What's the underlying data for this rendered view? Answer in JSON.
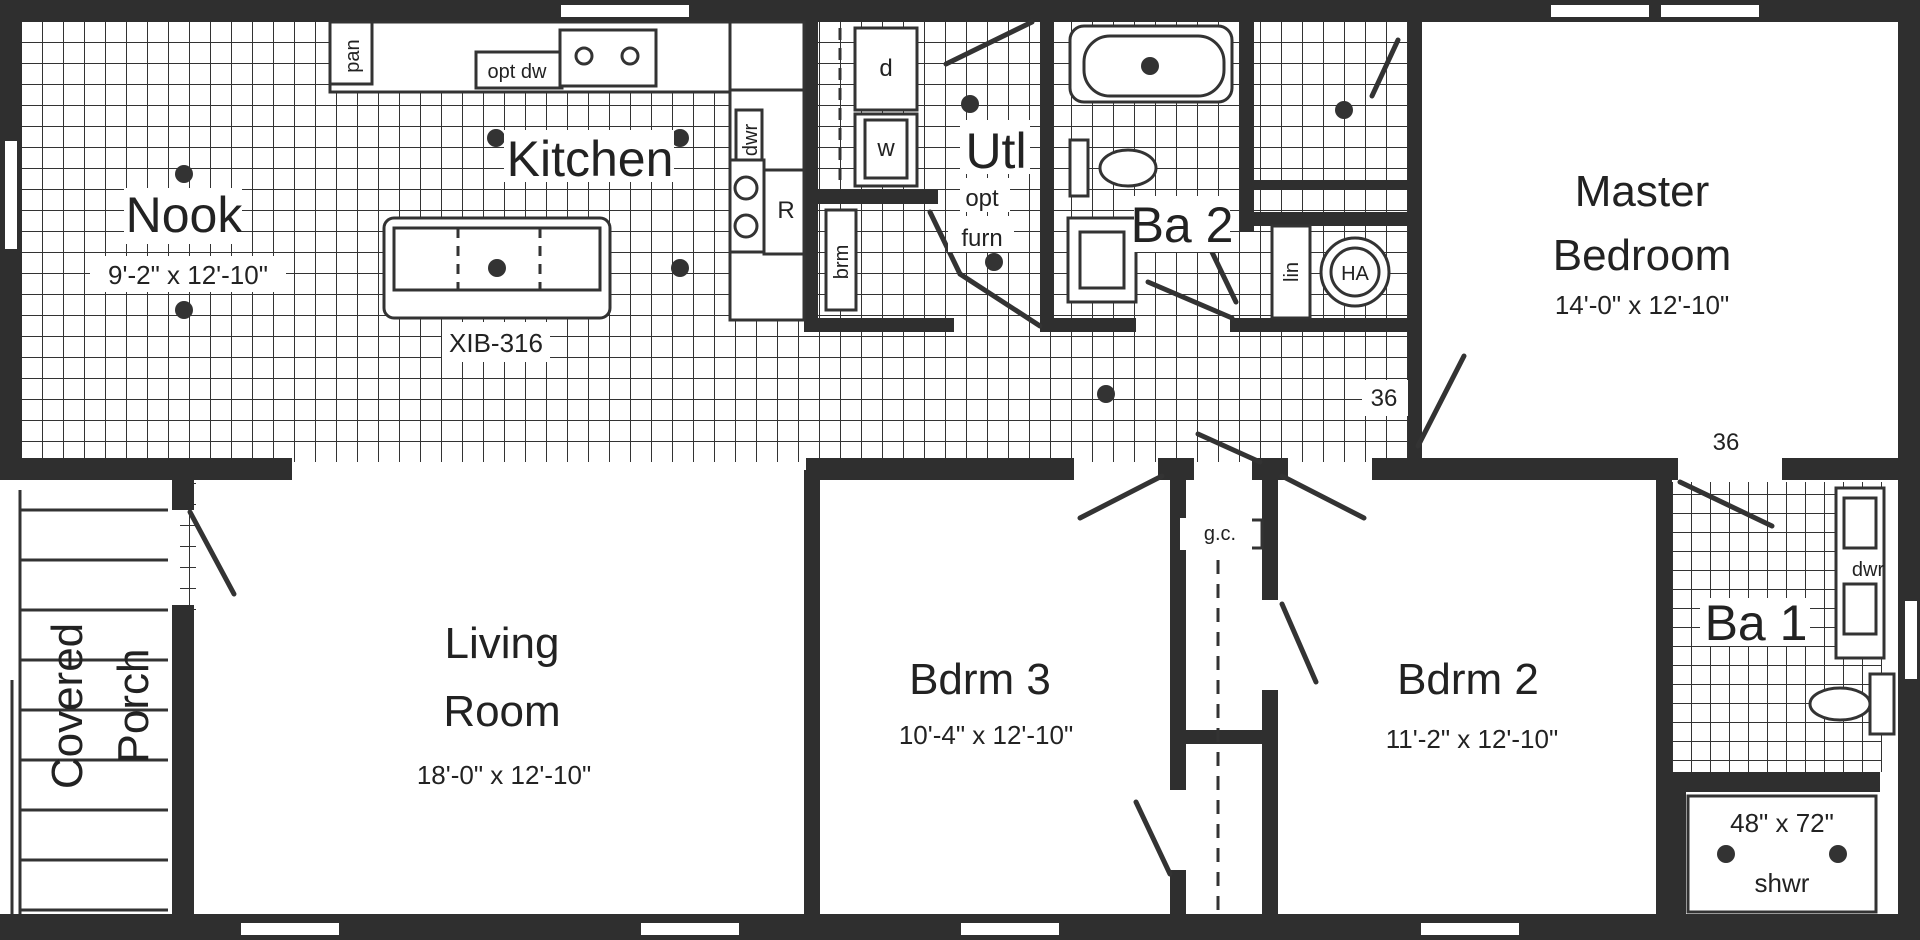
{
  "plan": {
    "model": "XIB-316",
    "rooms": {
      "nook": {
        "name": "Nook",
        "dim": "9'-2\" x 12'-10\""
      },
      "kitchen": {
        "name": "Kitchen"
      },
      "utility": {
        "name": "Utl",
        "note1": "opt",
        "note2": "furn"
      },
      "bath2": {
        "name": "Ba 2"
      },
      "master": {
        "name1": "Master",
        "name2": "Bedroom",
        "dim": "14'-0\" x 12'-10\""
      },
      "living": {
        "name1": "Living",
        "name2": "Room",
        "dim": "18'-0\" x 12'-10\""
      },
      "bdrm3": {
        "name": "Bdrm 3",
        "dim": "10'-4\" x 12'-10\""
      },
      "bdrm2": {
        "name": "Bdrm 2",
        "dim": "11'-2\" x 12'-10\""
      },
      "bath1": {
        "name": "Ba 1"
      },
      "porch": {
        "name1": "Covered",
        "name2": "Porch"
      }
    },
    "fixtures": {
      "pantry": "pan",
      "opt_dishwasher": "opt dw",
      "dishwasher": "dwr",
      "refrigerator": "R",
      "dryer": "d",
      "washer": "w",
      "broom": "brm",
      "linen": "lin",
      "water_heater": "HA",
      "guest_closet": "g.c.",
      "bath1_drawers": "dwr",
      "shower_size": "48\" x 72\"",
      "shower": "shwr"
    },
    "openings": {
      "master_hall": "36",
      "master_bath": "36"
    }
  }
}
